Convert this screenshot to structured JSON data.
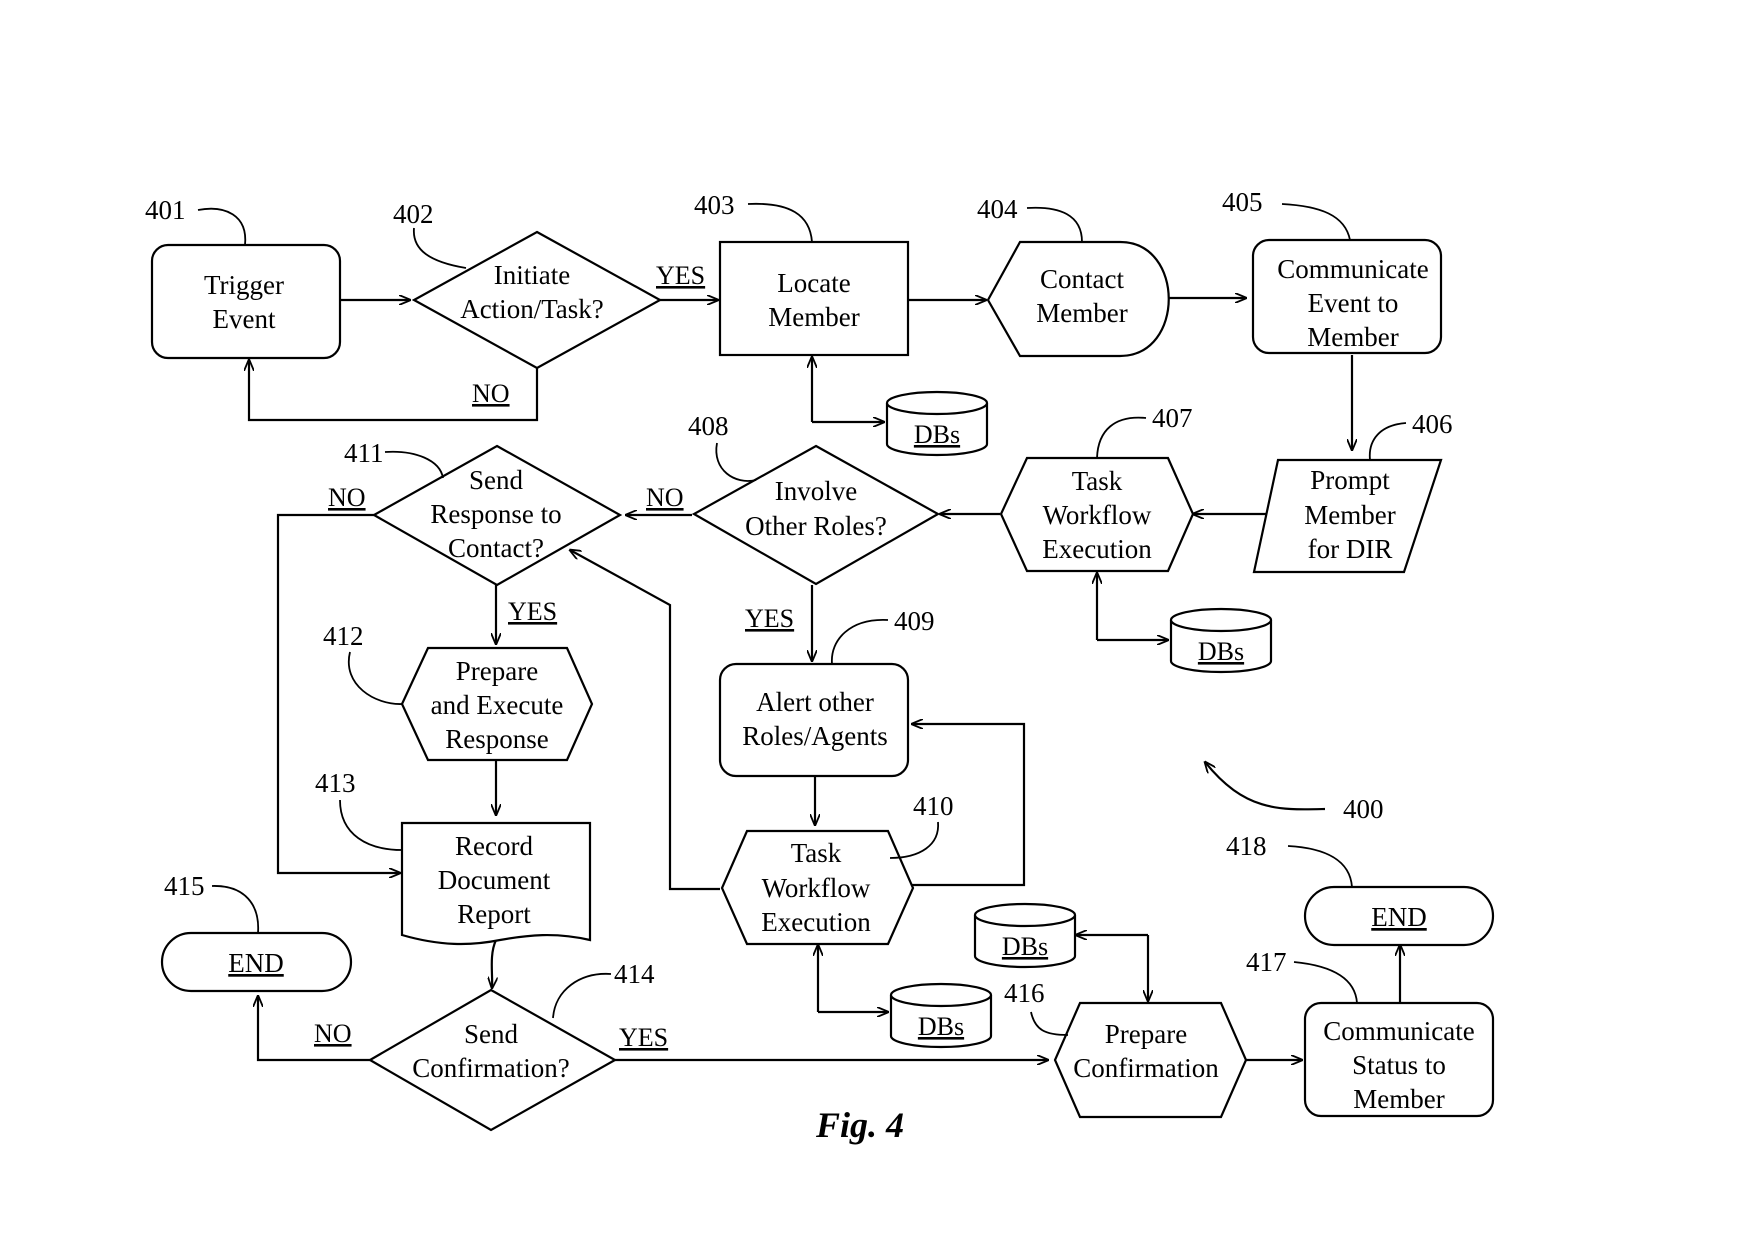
{
  "figure": {
    "caption": "Fig. 4",
    "ref": "400"
  },
  "nodes": {
    "n401": {
      "ref": "401",
      "lines": [
        "Trigger",
        "Event"
      ]
    },
    "n402": {
      "ref": "402",
      "lines": [
        "Initiate",
        "Action/Task?"
      ]
    },
    "n403": {
      "ref": "403",
      "lines": [
        "Locate",
        "Member"
      ]
    },
    "n404": {
      "ref": "404",
      "lines": [
        "Contact",
        "Member"
      ]
    },
    "n405": {
      "ref": "405",
      "lines": [
        "Communicate",
        "Event to",
        "Member"
      ]
    },
    "n406": {
      "ref": "406",
      "lines": [
        "Prompt",
        "Member",
        "for DIR"
      ]
    },
    "n407": {
      "ref": "407",
      "lines": [
        "Task",
        "Workflow",
        "Execution"
      ]
    },
    "n408": {
      "ref": "408",
      "lines": [
        "Involve",
        "Other Roles?"
      ]
    },
    "n409": {
      "ref": "409",
      "lines": [
        "Alert other",
        "Roles/Agents"
      ]
    },
    "n410": {
      "ref": "410",
      "lines": [
        "Task",
        "Workflow",
        "Execution"
      ]
    },
    "n411": {
      "ref": "411",
      "lines": [
        "Send",
        "Response to",
        "Contact?"
      ]
    },
    "n412": {
      "ref": "412",
      "lines": [
        "Prepare",
        "and Execute",
        "Response"
      ]
    },
    "n413": {
      "ref": "413",
      "lines": [
        "Record",
        "Document",
        "Report"
      ]
    },
    "n414": {
      "ref": "414",
      "lines": [
        "Send",
        "Confirmation?"
      ]
    },
    "n415": {
      "ref": "415",
      "lines": [
        "END"
      ]
    },
    "n416": {
      "ref": "416",
      "lines": [
        "Prepare",
        "Confirmation"
      ]
    },
    "n417": {
      "ref": "417",
      "lines": [
        "Communicate",
        "Status to",
        "Member"
      ]
    },
    "n418": {
      "ref": "418",
      "lines": [
        "END"
      ]
    }
  },
  "databases": {
    "label": "DBs"
  },
  "edge_labels": {
    "yes": "YES",
    "no": "NO"
  }
}
